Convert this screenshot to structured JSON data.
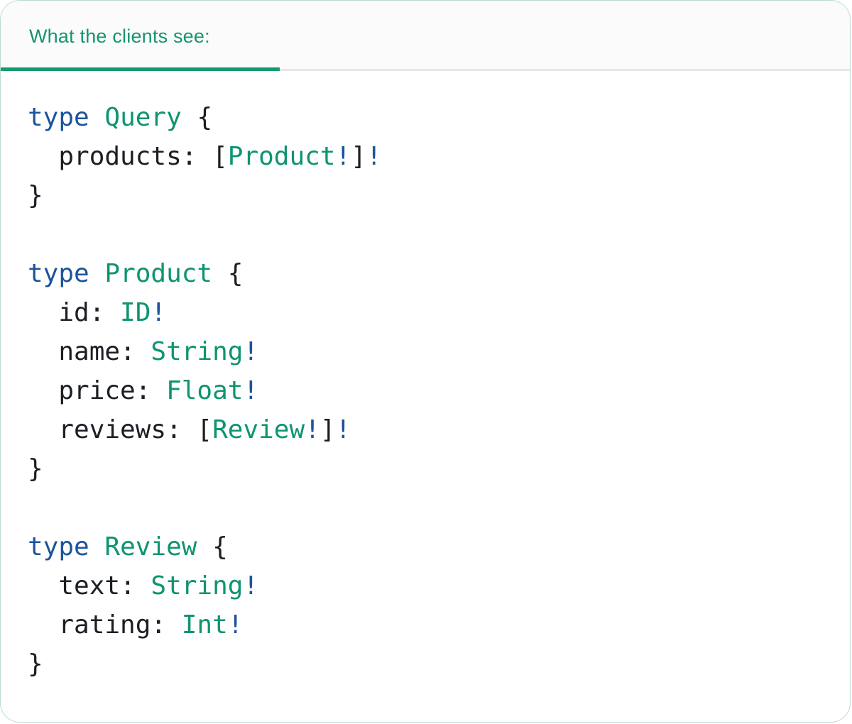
{
  "tab": {
    "label": "What the clients see:"
  },
  "colors": {
    "accent_green": "#169a72",
    "header_text": "#15946f",
    "keyword_blue": "#1c549b",
    "type_green": "#0e9470",
    "code_dark": "#1b1f24",
    "bang_blue": "#1c549b",
    "tabbar_bg": "#fbfbfb",
    "tabbar_border": "#e7e7e7",
    "card_border": "#b9ddca",
    "card_bg": "#ffffff"
  },
  "code": {
    "language": "graphql",
    "lines": [
      [
        {
          "c": "kw",
          "t": "type"
        },
        {
          "c": "pl",
          "t": " "
        },
        {
          "c": "ty",
          "t": "Query"
        },
        {
          "c": "pl",
          "t": " {"
        }
      ],
      [
        {
          "c": "pl",
          "t": "  products: ["
        },
        {
          "c": "ty",
          "t": "Product"
        },
        {
          "c": "bg",
          "t": "!"
        },
        {
          "c": "pl",
          "t": "]"
        },
        {
          "c": "bg",
          "t": "!"
        }
      ],
      [
        {
          "c": "pl",
          "t": "}"
        }
      ],
      [],
      [
        {
          "c": "kw",
          "t": "type"
        },
        {
          "c": "pl",
          "t": " "
        },
        {
          "c": "ty",
          "t": "Product"
        },
        {
          "c": "pl",
          "t": " {"
        }
      ],
      [
        {
          "c": "pl",
          "t": "  id: "
        },
        {
          "c": "ty",
          "t": "ID"
        },
        {
          "c": "bg",
          "t": "!"
        }
      ],
      [
        {
          "c": "pl",
          "t": "  name: "
        },
        {
          "c": "ty",
          "t": "String"
        },
        {
          "c": "bg",
          "t": "!"
        }
      ],
      [
        {
          "c": "pl",
          "t": "  price: "
        },
        {
          "c": "ty",
          "t": "Float"
        },
        {
          "c": "bg",
          "t": "!"
        }
      ],
      [
        {
          "c": "pl",
          "t": "  reviews: ["
        },
        {
          "c": "ty",
          "t": "Review"
        },
        {
          "c": "bg",
          "t": "!"
        },
        {
          "c": "pl",
          "t": "]"
        },
        {
          "c": "bg",
          "t": "!"
        }
      ],
      [
        {
          "c": "pl",
          "t": "}"
        }
      ],
      [],
      [
        {
          "c": "kw",
          "t": "type"
        },
        {
          "c": "pl",
          "t": " "
        },
        {
          "c": "ty",
          "t": "Review"
        },
        {
          "c": "pl",
          "t": " {"
        }
      ],
      [
        {
          "c": "pl",
          "t": "  text: "
        },
        {
          "c": "ty",
          "t": "String"
        },
        {
          "c": "bg",
          "t": "!"
        }
      ],
      [
        {
          "c": "pl",
          "t": "  rating: "
        },
        {
          "c": "ty",
          "t": "Int"
        },
        {
          "c": "bg",
          "t": "!"
        }
      ],
      [
        {
          "c": "pl",
          "t": "}"
        }
      ]
    ]
  }
}
